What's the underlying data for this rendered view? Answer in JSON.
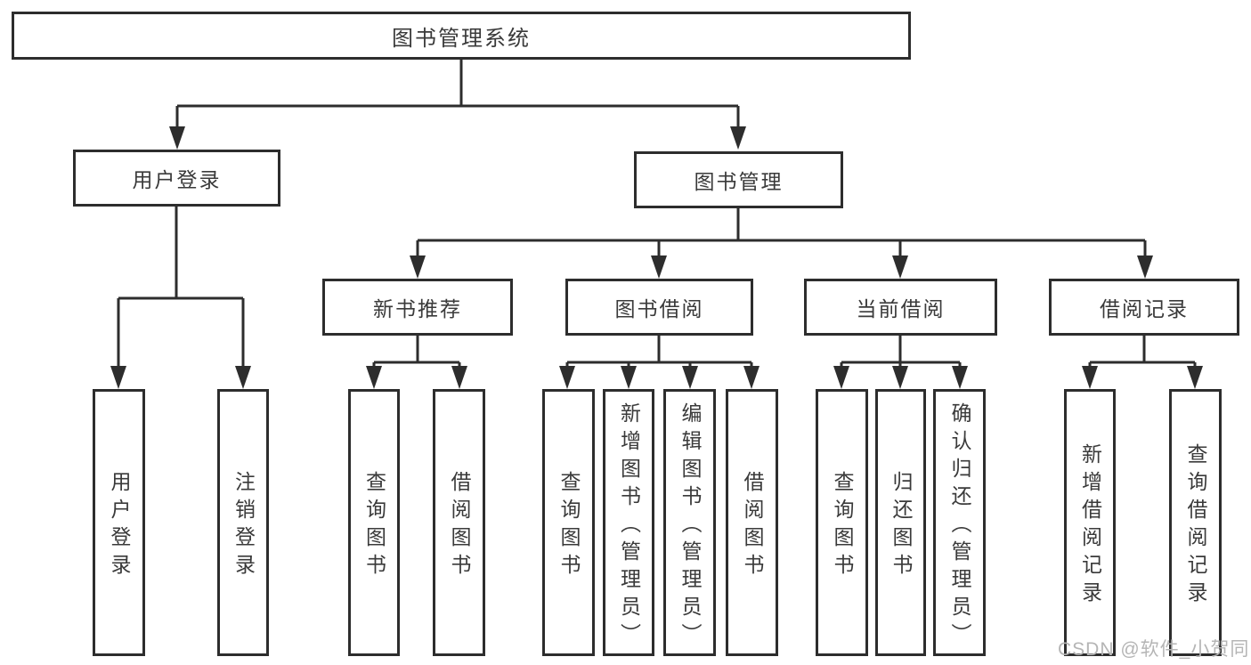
{
  "diagram": {
    "type": "hierarchy-tree",
    "root": {
      "label": "图书管理系统"
    },
    "user_login": {
      "label": "用户登录",
      "children": [
        {
          "label": "用户登录"
        },
        {
          "label": "注销登录"
        }
      ]
    },
    "book_mgmt": {
      "label": "图书管理",
      "sections": [
        {
          "label": "新书推荐",
          "children": [
            {
              "label": "查询图书"
            },
            {
              "label": "借阅图书"
            }
          ]
        },
        {
          "label": "图书借阅",
          "children": [
            {
              "label": "查询图书"
            },
            {
              "label": "新增图书（管理员）"
            },
            {
              "label": "编辑图书（管理员）"
            },
            {
              "label": "借阅图书"
            }
          ]
        },
        {
          "label": "当前借阅",
          "children": [
            {
              "label": "查询图书"
            },
            {
              "label": "归还图书"
            },
            {
              "label": "确认归还（管理员）"
            }
          ]
        },
        {
          "label": "借阅记录",
          "children": [
            {
              "label": "新增借阅记录"
            },
            {
              "label": "查询借阅记录"
            }
          ]
        }
      ]
    },
    "colors": {
      "line": "#2d2d2d",
      "text": "#3a3a3a",
      "box_background": "#ffffff",
      "watermark": "#b5b5b5",
      "page_background": "#ffffff"
    }
  },
  "watermark": {
    "text": "CSDN @软件_小贺同学"
  }
}
